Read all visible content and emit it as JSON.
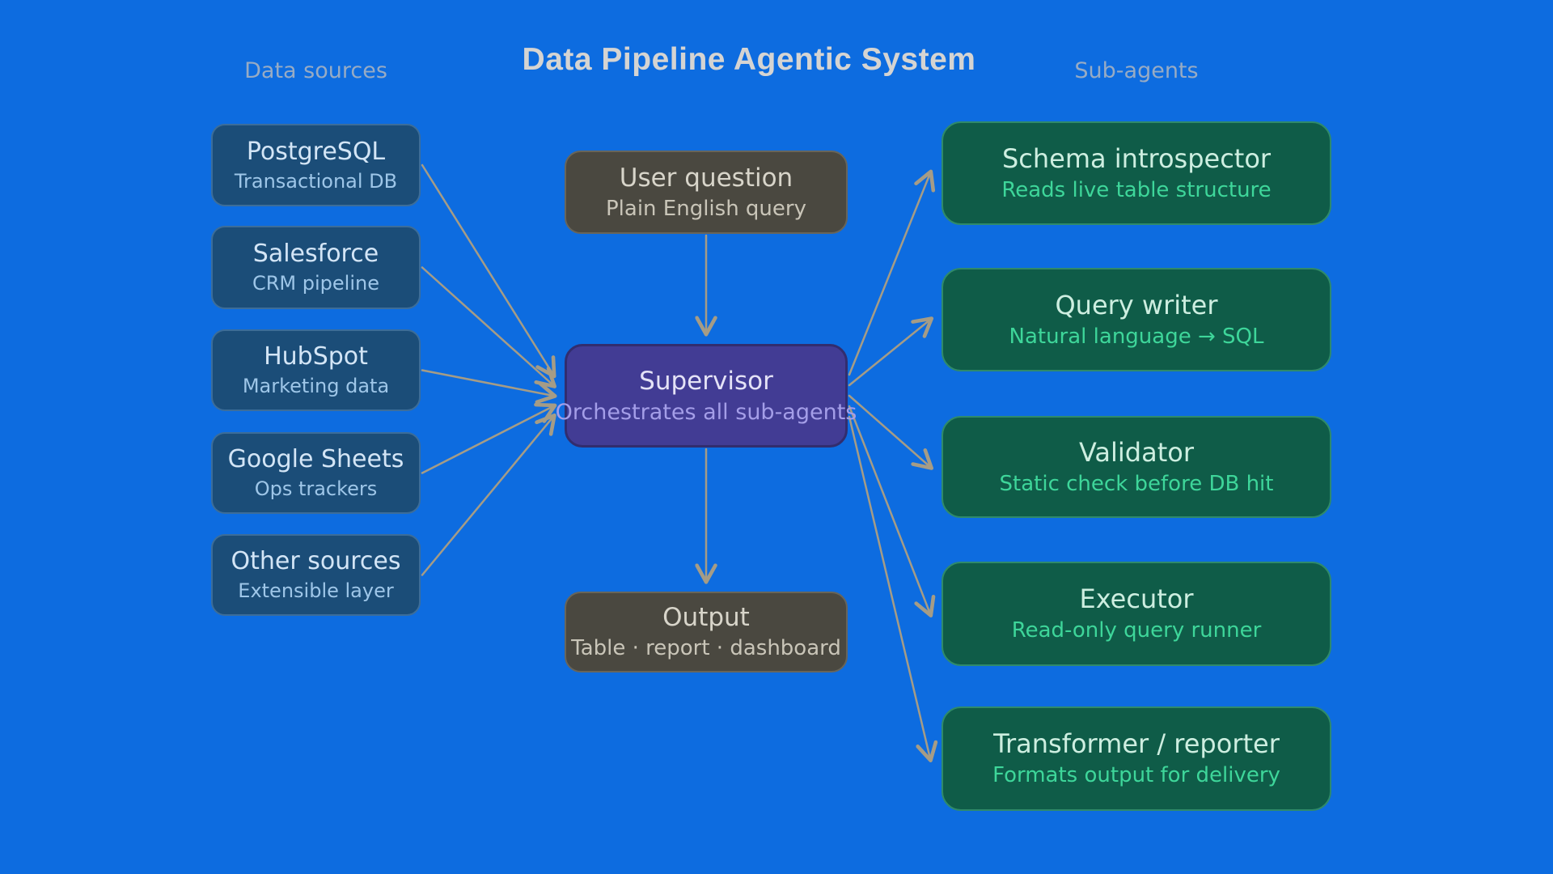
{
  "title": "Data Pipeline Agentic System",
  "columns": {
    "sources_label": "Data sources",
    "subagents_label": "Sub-agents"
  },
  "sources": [
    {
      "id": "postgresql",
      "title": "PostgreSQL",
      "subtitle": "Transactional DB"
    },
    {
      "id": "salesforce",
      "title": "Salesforce",
      "subtitle": "CRM pipeline"
    },
    {
      "id": "hubspot",
      "title": "HubSpot",
      "subtitle": "Marketing data"
    },
    {
      "id": "google-sheets",
      "title": "Google Sheets",
      "subtitle": "Ops trackers"
    },
    {
      "id": "other-sources",
      "title": "Other sources",
      "subtitle": "Extensible layer"
    }
  ],
  "pipeline": [
    {
      "id": "user-question",
      "title": "User question",
      "subtitle": "Plain English query"
    },
    {
      "id": "supervisor",
      "title": "Supervisor",
      "subtitle": "Orchestrates all sub-agents"
    },
    {
      "id": "output",
      "title": "Output",
      "subtitle": "Table · report · dashboard"
    }
  ],
  "subagents": [
    {
      "id": "schema-introspector",
      "title": "Schema introspector",
      "subtitle": "Reads live table structure"
    },
    {
      "id": "query-writer",
      "title": "Query writer",
      "subtitle": "Natural language → SQL"
    },
    {
      "id": "validator",
      "title": "Validator",
      "subtitle": "Static check before DB hit"
    },
    {
      "id": "executor",
      "title": "Executor",
      "subtitle": "Read-only query runner"
    },
    {
      "id": "transformer-reporter",
      "title": "Transformer / reporter",
      "subtitle": "Formats output for delivery"
    }
  ],
  "edges": [
    {
      "from": "postgresql",
      "to": "supervisor"
    },
    {
      "from": "salesforce",
      "to": "supervisor"
    },
    {
      "from": "hubspot",
      "to": "supervisor"
    },
    {
      "from": "google-sheets",
      "to": "supervisor"
    },
    {
      "from": "other-sources",
      "to": "supervisor"
    },
    {
      "from": "user-question",
      "to": "supervisor"
    },
    {
      "from": "supervisor",
      "to": "schema-introspector"
    },
    {
      "from": "supervisor",
      "to": "query-writer"
    },
    {
      "from": "supervisor",
      "to": "validator"
    },
    {
      "from": "supervisor",
      "to": "executor"
    },
    {
      "from": "supervisor",
      "to": "transformer-reporter"
    },
    {
      "from": "supervisor",
      "to": "output"
    }
  ],
  "colors": {
    "background": "#0d6ce0",
    "arrow": "#a59c86",
    "heading": "#d5d4d2",
    "column_label": "#97abc4",
    "source_box": "#1b4d78",
    "source_border": "#3c6d99",
    "source_title": "#d3e5f6",
    "source_subtitle": "#9ec6e8",
    "neutral_box": "#4a4840",
    "neutral_border": "#68655a",
    "neutral_title": "#d8d5ca",
    "neutral_subtitle": "#c9c5b8",
    "supervisor_box": "#423c94",
    "supervisor_border": "#322d6e",
    "supervisor_title": "#e4e2f6",
    "supervisor_subtitle": "#a49ee8",
    "agent_box": "#0f5c48",
    "agent_border": "#2f8a6a",
    "agent_title": "#cdeee0",
    "agent_subtitle": "#3ed69a"
  }
}
